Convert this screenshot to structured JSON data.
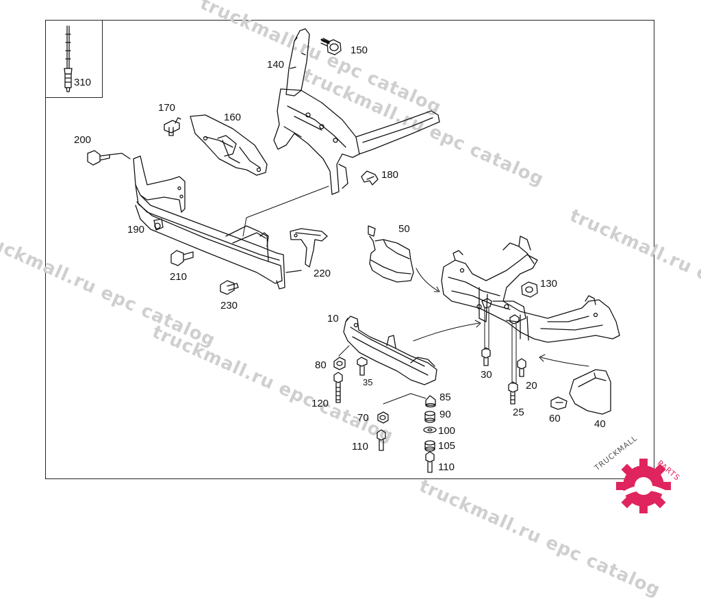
{
  "watermark": "truckmall.ru epc catalog",
  "logo": {
    "text_dark": "TRUCKMALL",
    "text_accent": "PARTS",
    "accent_color": "#e0245e",
    "dark_color": "#555555"
  },
  "callouts": {
    "c310": "310",
    "c150": "150",
    "c140": "140",
    "c170": "170",
    "c160": "160",
    "c200": "200",
    "c180": "180",
    "c190": "190",
    "c50": "50",
    "c210": "210",
    "c220": "220",
    "c130": "130",
    "c230": "230",
    "c10": "10",
    "c80": "80",
    "c35": "35",
    "c30": "30",
    "c20": "20",
    "c120": "120",
    "c85": "85",
    "c90": "90",
    "c70": "70",
    "c25": "25",
    "c60": "60",
    "c40": "40",
    "c100": "100",
    "c110a": "110",
    "c105": "105",
    "c110b": "110"
  }
}
